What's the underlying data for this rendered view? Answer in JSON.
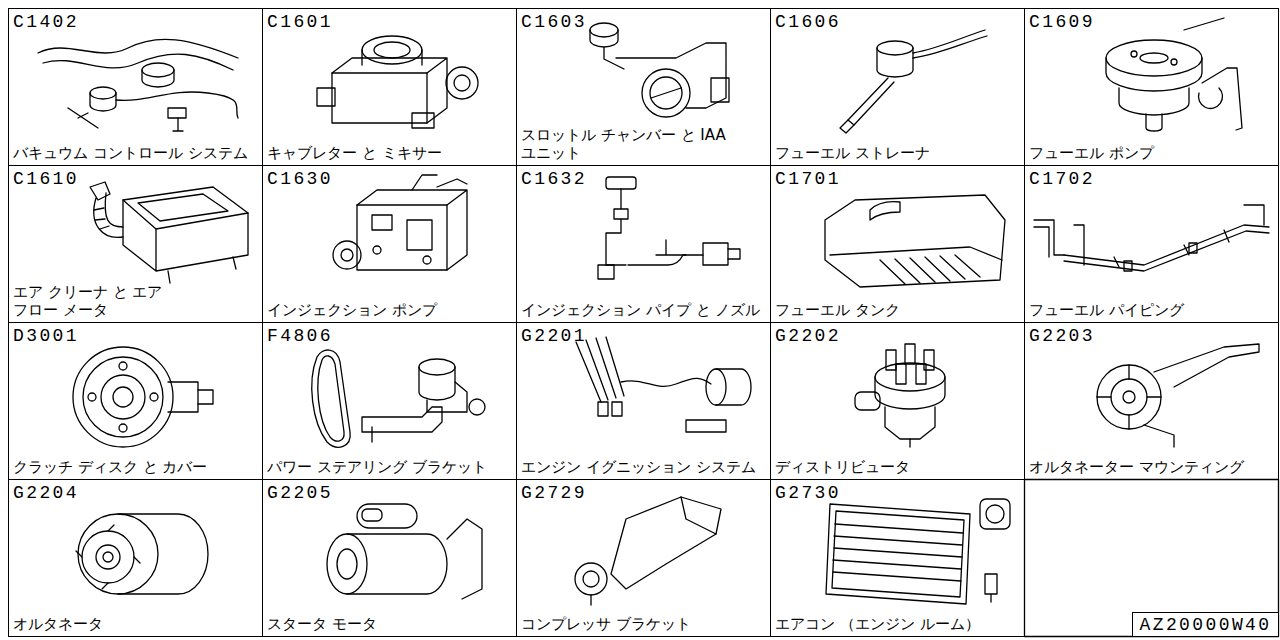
{
  "diagram": {
    "nodes": [
      {
        "text": [
          "C1402",
          "バキュウム コントロール システム"
        ]
      },
      {
        "text": [
          "C1601",
          "キャブレター と ミキサー"
        ]
      },
      {
        "text": [
          "C1603",
          "スロットル チャンバー と IAA ユニット"
        ]
      },
      {
        "text": [
          "C1606",
          "フューエル ストレーナ"
        ]
      },
      {
        "text": [
          "C1609",
          "フューエル ポンプ"
        ]
      },
      {
        "text": [
          "C1610",
          "エア クリーナ と エア フロー メータ"
        ]
      },
      {
        "text": [
          "C1630",
          "インジェクション ポンプ"
        ]
      },
      {
        "text": [
          "C1632",
          "インジェクション パイプ と ノズル"
        ]
      },
      {
        "text": [
          "C1701",
          "フューエル タンク"
        ]
      },
      {
        "text": [
          "C1702",
          "フューエル パイピング"
        ]
      },
      {
        "text": [
          "D3001",
          "クラッチ ディスク と カバー"
        ]
      },
      {
        "text": [
          "F4806",
          "パワー ステアリング ブラケット"
        ]
      },
      {
        "text": [
          "G2201",
          "エンジン イグニッション システム"
        ]
      },
      {
        "text": [
          "G2202",
          "ディストリビュータ"
        ]
      },
      {
        "text": [
          "G2203",
          "オルタネーター マウンティング"
        ]
      },
      {
        "text": [
          "G2204",
          "オルタネータ"
        ]
      },
      {
        "text": [
          "G2205",
          "スタータ モータ"
        ]
      },
      {
        "text": [
          "G2729",
          "コンプレッサ ブラケット"
        ]
      },
      {
        "text": [
          "G2730",
          "エアコン （エンジン ルーム）"
        ]
      },
      {
        "text": [
          "AZ20000W40"
        ]
      }
    ]
  }
}
